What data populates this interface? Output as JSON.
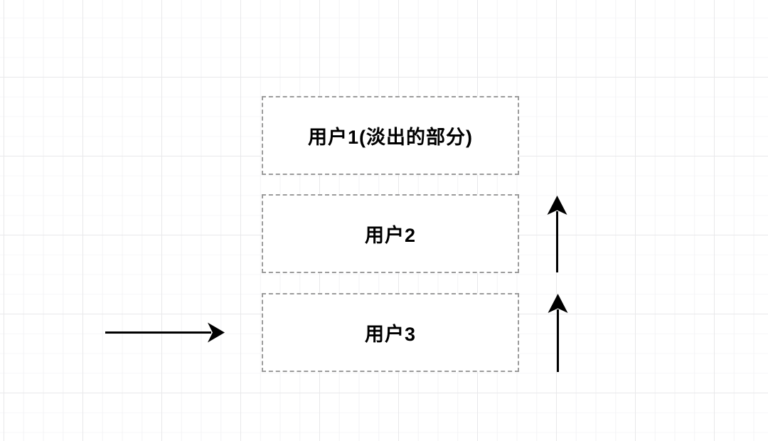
{
  "canvas": {
    "background_color": "#ffffff",
    "grid_minor_color": "#f3f3f5",
    "grid_major_color": "#e8e8ea"
  },
  "diagram": {
    "style": {
      "node_border_color": "#9b9b9b",
      "node_fill_color": "#ffffff",
      "text_color": "#000000",
      "arrow_color": "#000000"
    },
    "nodes": [
      {
        "id": "user1",
        "label": "用户1(淡出的部分)"
      },
      {
        "id": "user2",
        "label": "用户2"
      },
      {
        "id": "user3",
        "label": "用户3"
      }
    ],
    "arrows": [
      {
        "id": "arrow-right",
        "direction": "right"
      },
      {
        "id": "arrow-up-mid",
        "direction": "up"
      },
      {
        "id": "arrow-up-bottom",
        "direction": "up"
      }
    ]
  }
}
